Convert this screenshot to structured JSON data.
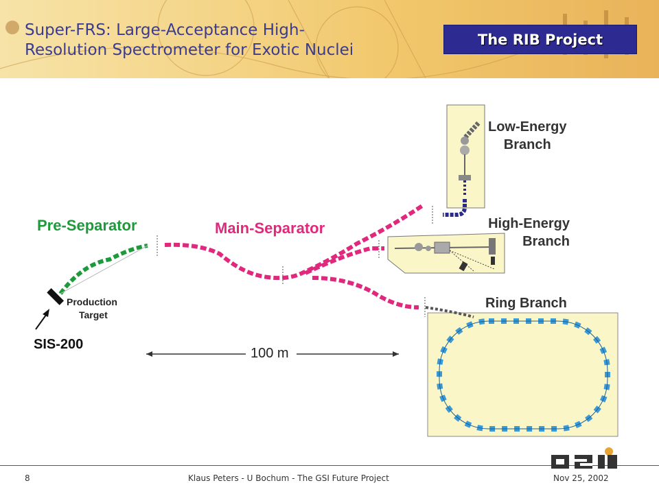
{
  "header": {
    "title_line1": "Super-FRS: Large-Acceptance High-",
    "title_line2": "Resolution Spectrometer for Exotic Nuclei",
    "badge": "The RIB Project"
  },
  "diagram": {
    "pre_separator": "Pre-Separator",
    "main_separator": "Main-Separator",
    "production_target_line1": "Production",
    "production_target_line2": "Target",
    "sis": "SIS-200",
    "scale": "100 m",
    "low_energy_line1": "Low-Energy",
    "low_energy_line2": "Branch",
    "high_energy_line1": "High-Energy",
    "high_energy_line2": "Branch",
    "ring_branch": "Ring Branch"
  },
  "colors": {
    "pre_separator": "#1e9a3c",
    "main_separator": "#e0287c",
    "low_energy": "#2a2a8a",
    "ring": "#3a9ad8",
    "box_fill": "#fbf6c8",
    "title": "#3b3b8f",
    "badge": "#2d2a91"
  },
  "footer": {
    "slide_number": "8",
    "center": "Klaus Peters - U Bochum - The GSI Future Project",
    "date": "Nov 25, 2002",
    "logo_text": "GSI"
  }
}
